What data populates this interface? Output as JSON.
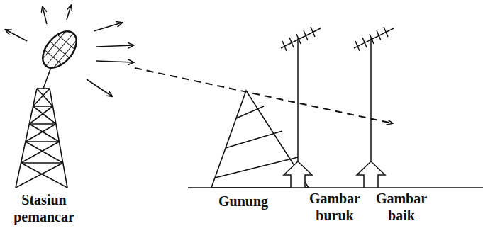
{
  "diagram": {
    "labels": [
      "Stasiun pemancar",
      "Gunung",
      "Gambar buruk",
      "Gambar baik"
    ]
  }
}
